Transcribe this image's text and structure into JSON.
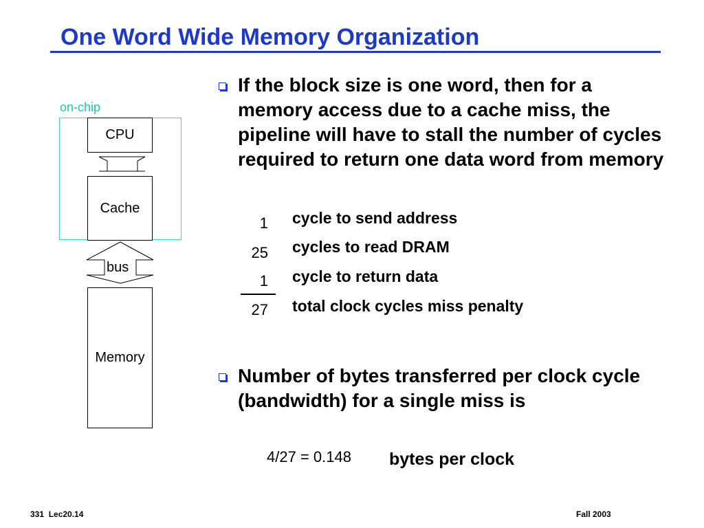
{
  "slide": {
    "title": "One Word Wide Memory Organization",
    "colors": {
      "title": "#1c39c8",
      "on_chip": "#36d7c1",
      "bullet": "#1c39c8"
    }
  },
  "diagram": {
    "on_chip_label": "on-chip",
    "cpu": "CPU",
    "cache": "Cache",
    "bus": "bus",
    "memory": "Memory"
  },
  "bullets": [
    {
      "icon": "hollow-square-bullet-icon",
      "text": "If the block size is one word, then for a memory access due to a cache miss, the pipeline will have to stall the number of cycles required to return one data word from memory"
    },
    {
      "icon": "hollow-square-bullet-icon",
      "text": "Number of bytes transferred per clock cycle (bandwidth) for a single miss is"
    }
  ],
  "cycles": [
    {
      "count": "1",
      "description": "cycle to send address"
    },
    {
      "count": "25",
      "description": "cycles to read DRAM"
    },
    {
      "count": "1",
      "description": "cycle to return data"
    },
    {
      "count": "27",
      "description": "total clock cycles miss penalty"
    }
  ],
  "bandwidth": {
    "value": "4/27 = 0.148",
    "unit": "bytes per clock"
  },
  "footer": {
    "left": "331  Lec20.14",
    "right": "Fall 2003"
  }
}
